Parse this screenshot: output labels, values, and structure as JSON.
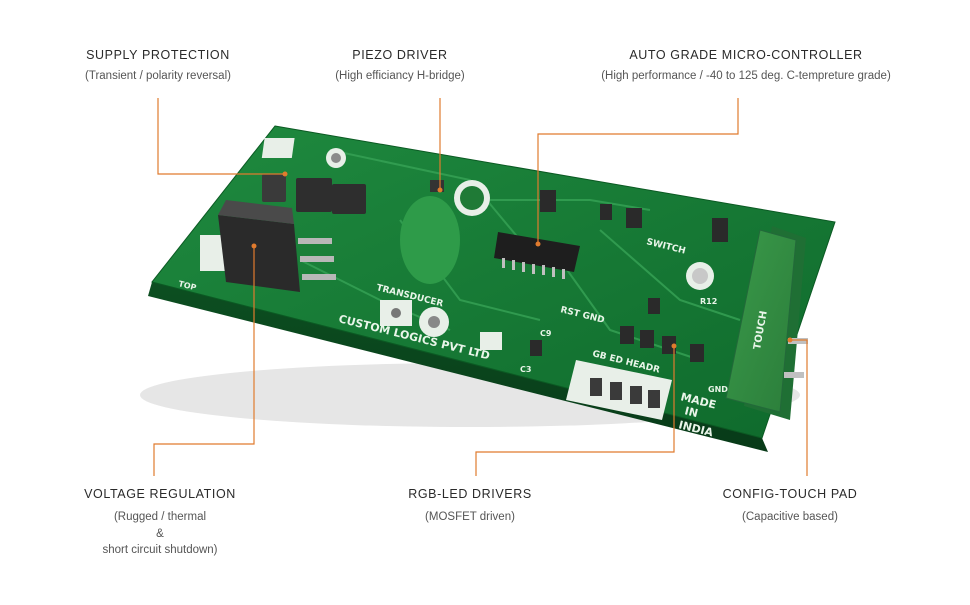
{
  "accent_color": "#E07B2E",
  "board": {
    "brand_text": "CUSTOM LOGICS PVT LTD",
    "made_in": [
      "MADE",
      "IN",
      "INDIA"
    ],
    "silk_labels": {
      "transducer": "TRANSDUCER",
      "switch": "SWITCH",
      "rst_gnd": "RST GND",
      "header": "GB ED HEADR",
      "touch": "TOUCH",
      "top": "TOP",
      "r12": "R12",
      "gnd": "GND",
      "c9": "C9",
      "c3": "C3"
    }
  },
  "callouts": [
    {
      "id": "supply-protection",
      "title": "SUPPLY PROTECTION",
      "lines": [
        "(Transient / polarity reversal)"
      ]
    },
    {
      "id": "piezo-driver",
      "title": "PIEZO DRIVER",
      "lines": [
        "(High efficiancy H-bridge)"
      ]
    },
    {
      "id": "micro-controller",
      "title": "AUTO GRADE MICRO-CONTROLLER",
      "lines": [
        "(High performance / -40 to 125 deg. C-tempreture grade)"
      ]
    },
    {
      "id": "voltage-regulation",
      "title": "VOLTAGE REGULATION",
      "lines": [
        "(Rugged / thermal",
        "&",
        "short circuit shutdown)"
      ]
    },
    {
      "id": "rgb-led-drivers",
      "title": "RGB-LED DRIVERS",
      "lines": [
        "(MOSFET driven)"
      ]
    },
    {
      "id": "config-touch-pad",
      "title": "CONFIG-TOUCH PAD",
      "lines": [
        "(Capacitive based)"
      ]
    }
  ]
}
